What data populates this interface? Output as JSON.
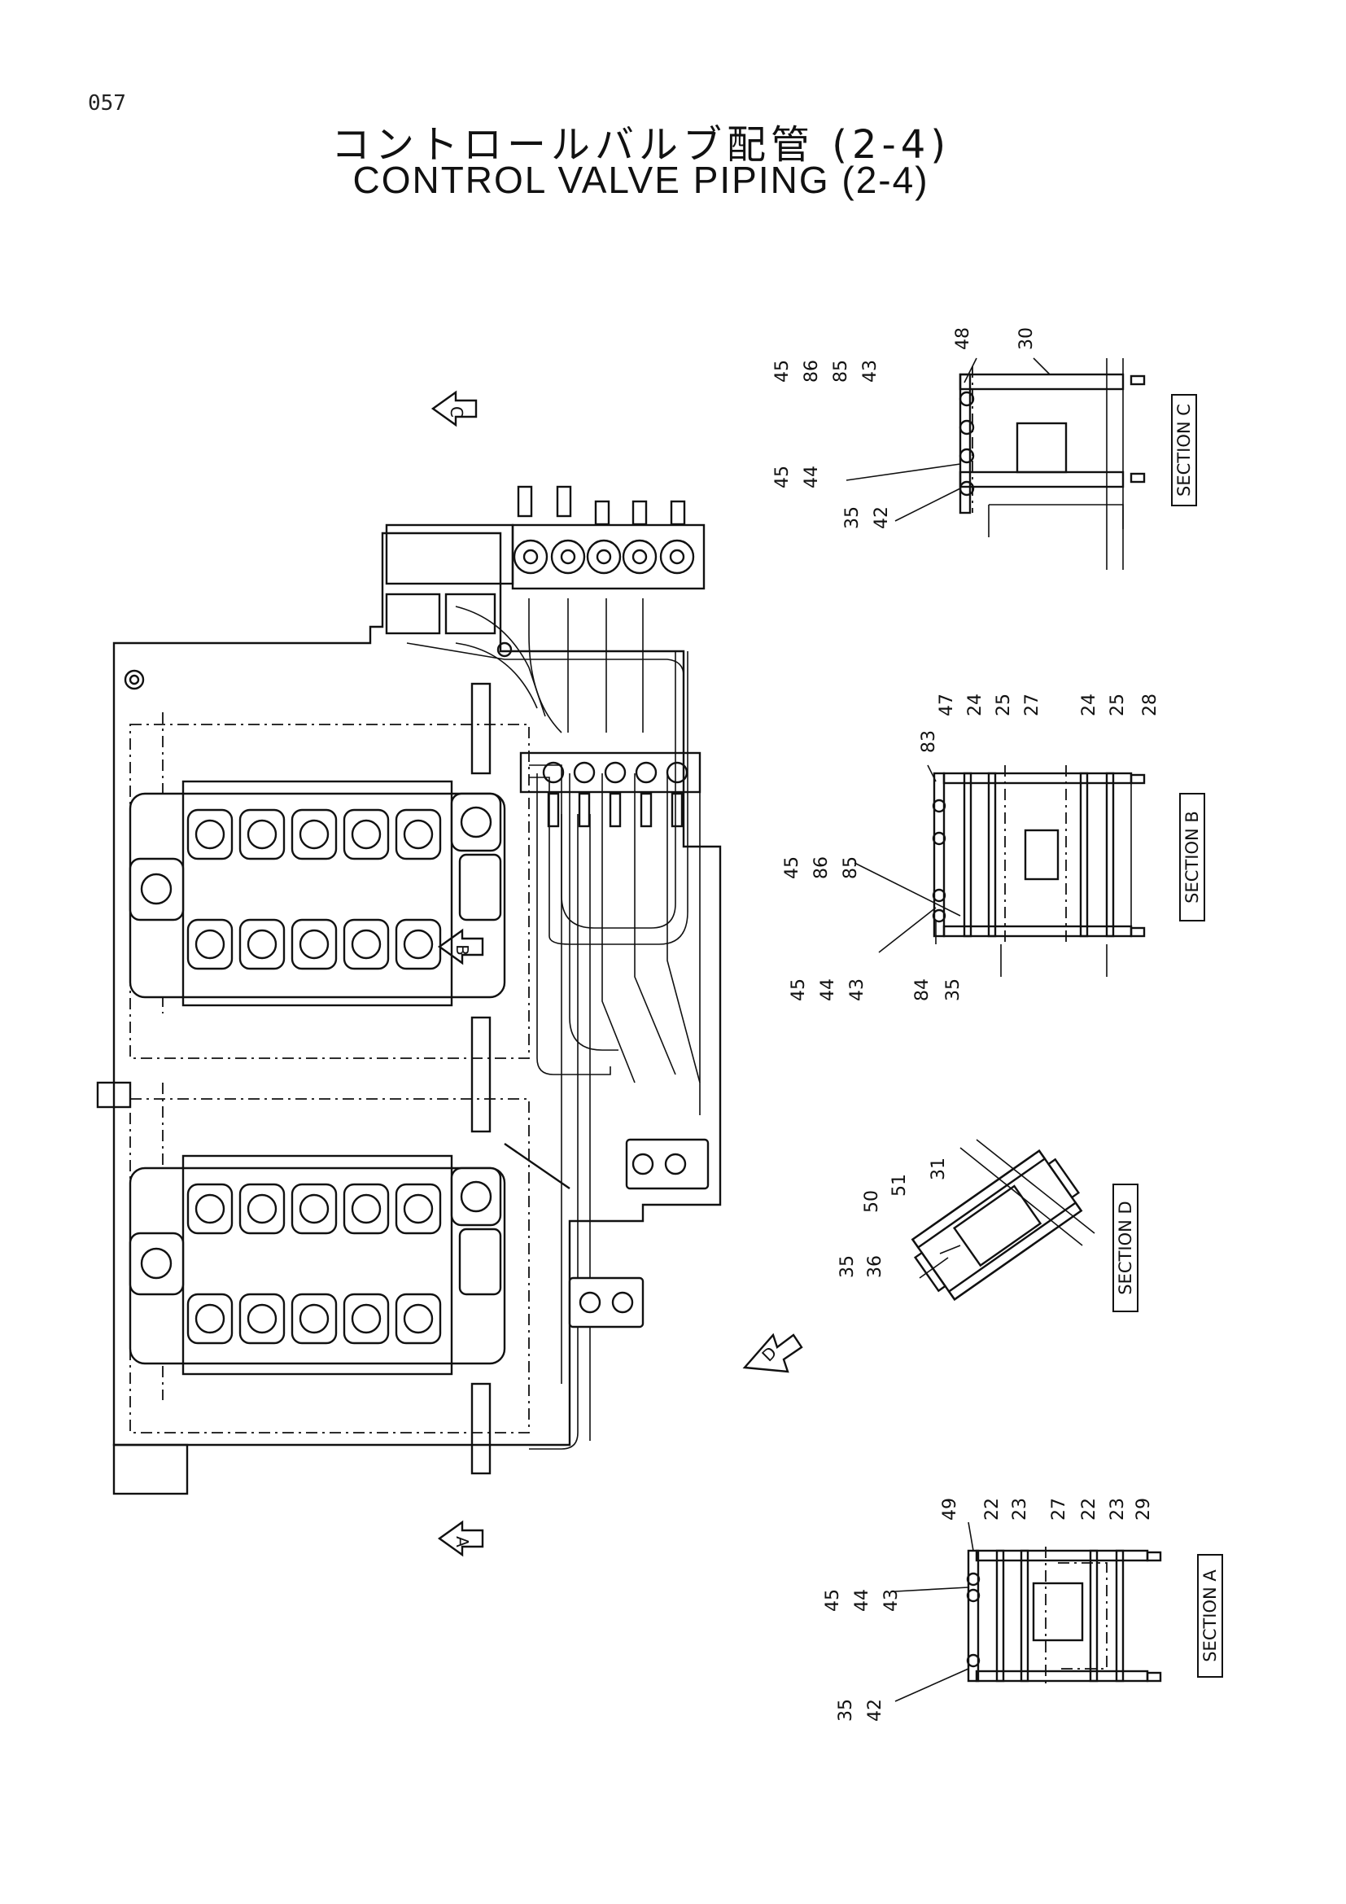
{
  "page_number": "057",
  "title_jp": "コントロールバルブ配管 (2-4)",
  "title_en": "CONTROL VALVE PIPING (2-4)",
  "view_markers": {
    "c": "C",
    "b": "B",
    "a": "A",
    "d": "D"
  },
  "sections": {
    "c": {
      "label": "SECTION C",
      "callouts": [
        "45",
        "86",
        "85",
        "43",
        "48",
        "30",
        "45",
        "44",
        "35",
        "42"
      ]
    },
    "b": {
      "label": "SECTION B",
      "callouts": [
        "83",
        "47",
        "24",
        "25",
        "27",
        "24",
        "25",
        "28",
        "45",
        "86",
        "85",
        "45",
        "44",
        "43",
        "84",
        "35"
      ]
    },
    "d": {
      "label": "SECTION D",
      "callouts": [
        "50",
        "51",
        "31",
        "35",
        "36"
      ]
    },
    "a": {
      "label": "SECTION A",
      "callouts": [
        "49",
        "22",
        "23",
        "27",
        "22",
        "23",
        "29",
        "45",
        "44",
        "43",
        "35",
        "42"
      ]
    }
  }
}
